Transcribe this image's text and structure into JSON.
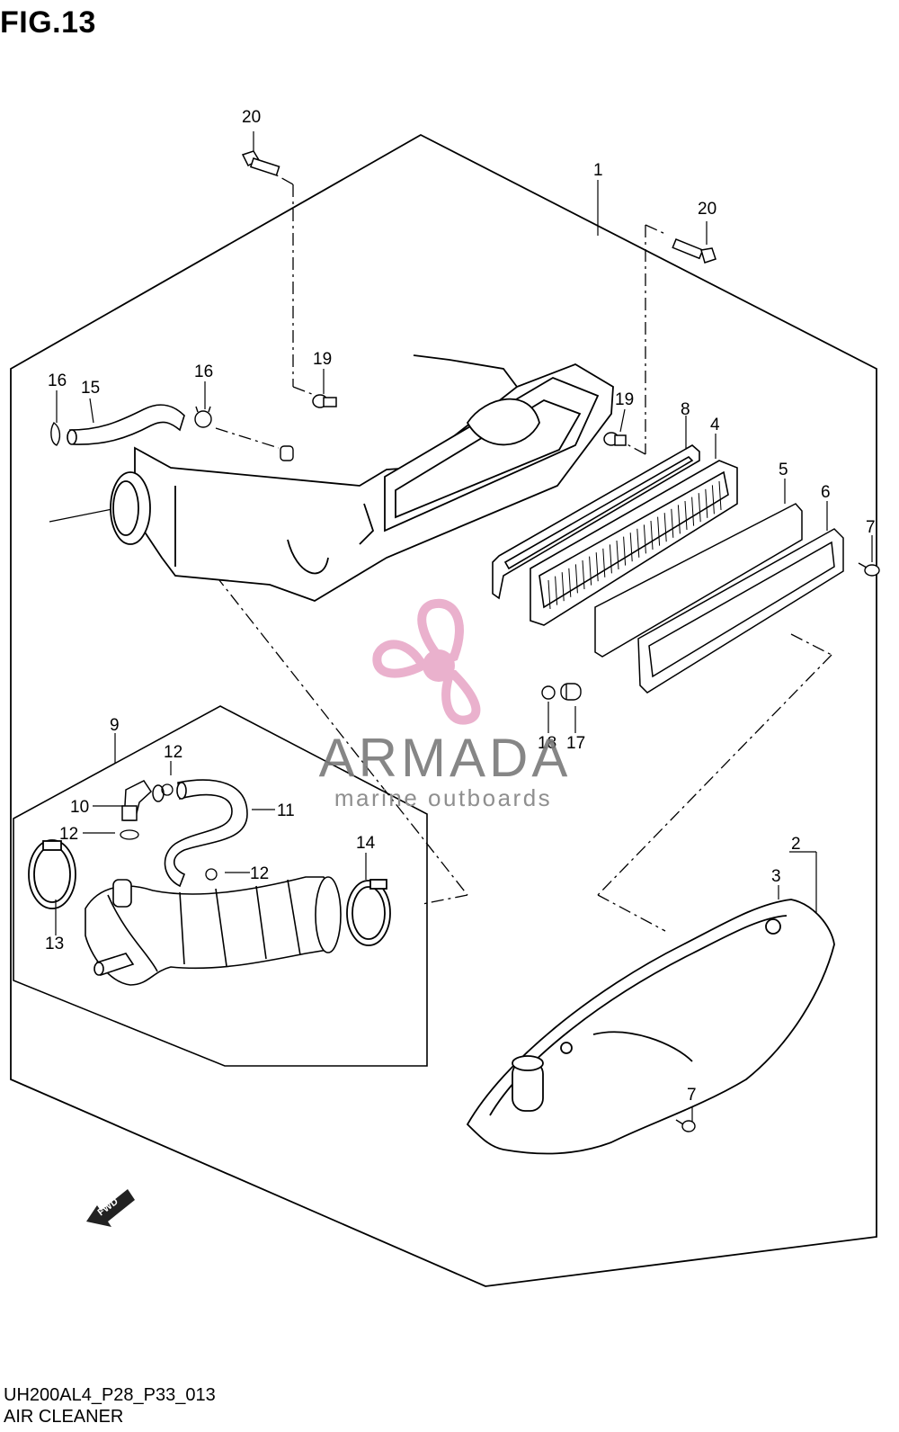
{
  "figure": {
    "title": "FIG.13",
    "code": "UH200AL4_P28_P33_013",
    "caption": "AIR CLEANER"
  },
  "watermark": {
    "name": "ARMADA",
    "tagline": "marine outboards",
    "color": "#e8a9c8"
  },
  "fwd_label": "FWD",
  "callouts": [
    "1",
    "2",
    "3",
    "4",
    "5",
    "6",
    "7",
    "7",
    "8",
    "9",
    "10",
    "11",
    "12",
    "12",
    "12",
    "13",
    "14",
    "15",
    "16",
    "16",
    "17",
    "18",
    "19",
    "19",
    "20",
    "20"
  ]
}
